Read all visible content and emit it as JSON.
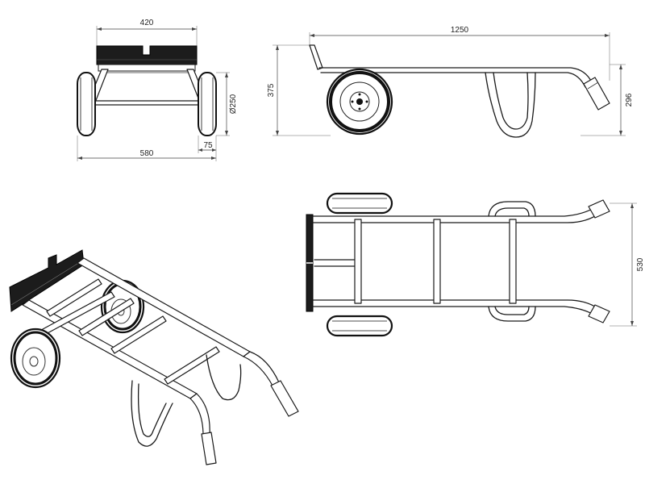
{
  "dimensions": {
    "front_top_width": "420",
    "front_bottom_width": "580",
    "wheel_diameter": "Ø250",
    "wheel_width": "75",
    "side_total_length": "1250",
    "side_total_height": "375",
    "side_handle_height": "296",
    "top_width": "530"
  },
  "colors": {
    "line": "#1a1a1a",
    "plate": "#1c1c1c",
    "background": "#ffffff"
  }
}
